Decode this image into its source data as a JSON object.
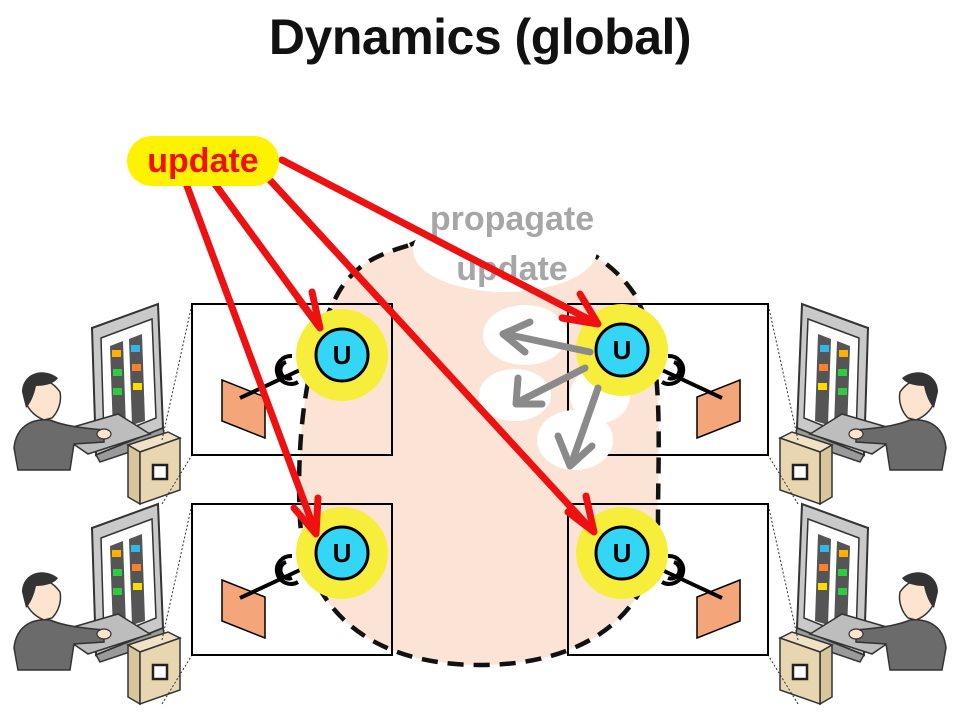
{
  "title": "Dynamics (global)",
  "update_label": "update",
  "propagate_label": {
    "line1": "propagate",
    "line2": "update"
  },
  "node_label": "U",
  "colors": {
    "red_arrow": "#ee1111",
    "gray_arrow": "#8a8a8a",
    "update_pill": "#fff200",
    "update_text": "#ee1111",
    "node_halo": "#f7ee3c",
    "node_fill": "#33d6f4",
    "group_fill": "#fbe4d6",
    "component_fill": "#f4a67a",
    "propagate_text": "#a6a6a6"
  },
  "icons": [
    "workstation-icon",
    "user-icon",
    "computer-tower-icon",
    "monitor-icon",
    "component-icon",
    "socket-icon",
    "cloud-icon"
  ]
}
